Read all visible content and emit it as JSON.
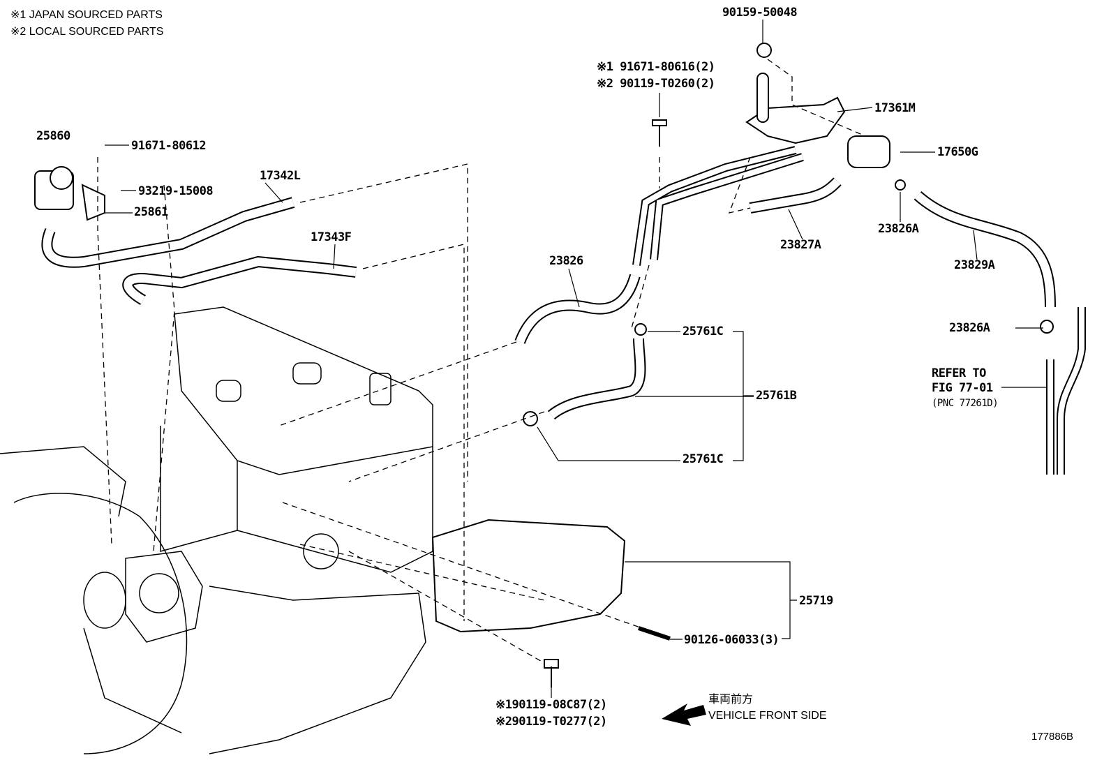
{
  "legend": {
    "japan": "※1 JAPAN SOURCED PARTS",
    "local": "※2 LOCAL SOURCED PARTS"
  },
  "parts": {
    "p90159": "90159-50048",
    "p91671_80616": "※1 91671-80616(2)",
    "p90119_T0260": "※2 90119-T0260(2)",
    "p17361M": "17361M",
    "p17650G": "17650G",
    "p25860": "25860",
    "p91671_80612": "91671-80612",
    "p17342L": "17342L",
    "p93219": "93219-15008",
    "p25861": "25861",
    "p17343F": "17343F",
    "p23827A": "23827A",
    "p23826A_top": "23826A",
    "p23829A": "23829A",
    "p23826": "23826",
    "p23826A_right": "23826A",
    "p25761C_top": "25761C",
    "p25761B": "25761B",
    "p25761C_bottom": "25761C",
    "p25719": "25719",
    "p90126": "90126-06033(3)",
    "p90119_08C87": "※190119-08C87(2)",
    "p90119_T0277": "※290119-T0277(2)"
  },
  "refer": {
    "line1": "REFER TO",
    "line2": "FIG 77-01",
    "line3": "(PNC 77261D)"
  },
  "direction": {
    "jp": "車両前方",
    "en": "VEHICLE FRONT SIDE"
  },
  "figure_id": "177886B"
}
